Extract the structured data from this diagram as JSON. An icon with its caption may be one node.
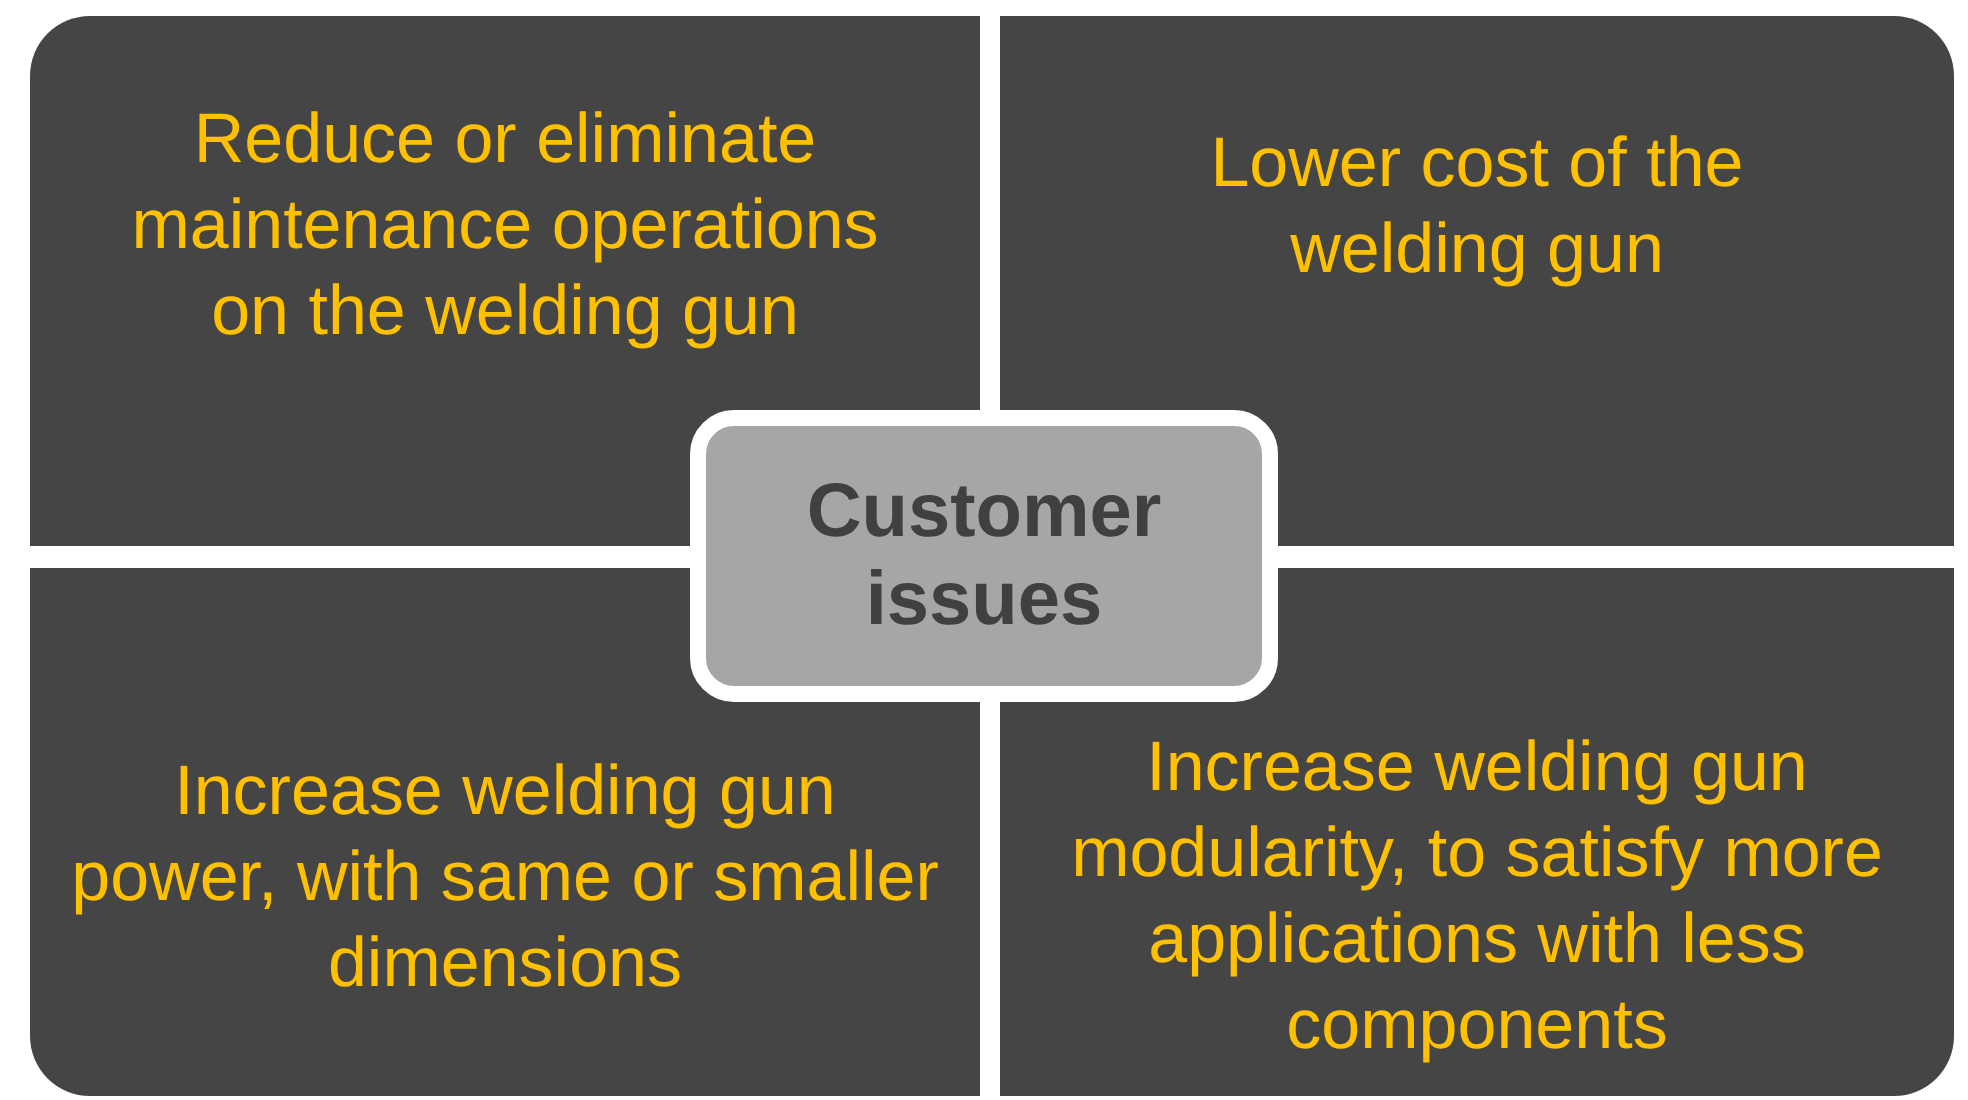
{
  "diagram": {
    "nodes": [
      {
        "text": [
          "Reduce or eliminate maintenance operations on the welding gun"
        ]
      },
      {
        "text": [
          "Lower cost of the welding gun"
        ]
      },
      {
        "text": [
          "Customer issues"
        ]
      },
      {
        "text": [
          "Increase welding gun power, with same or smaller dimensions"
        ]
      },
      {
        "text": [
          "Increase welding gun modularity, to satisfy more applications with less components"
        ]
      }
    ],
    "edges": []
  }
}
